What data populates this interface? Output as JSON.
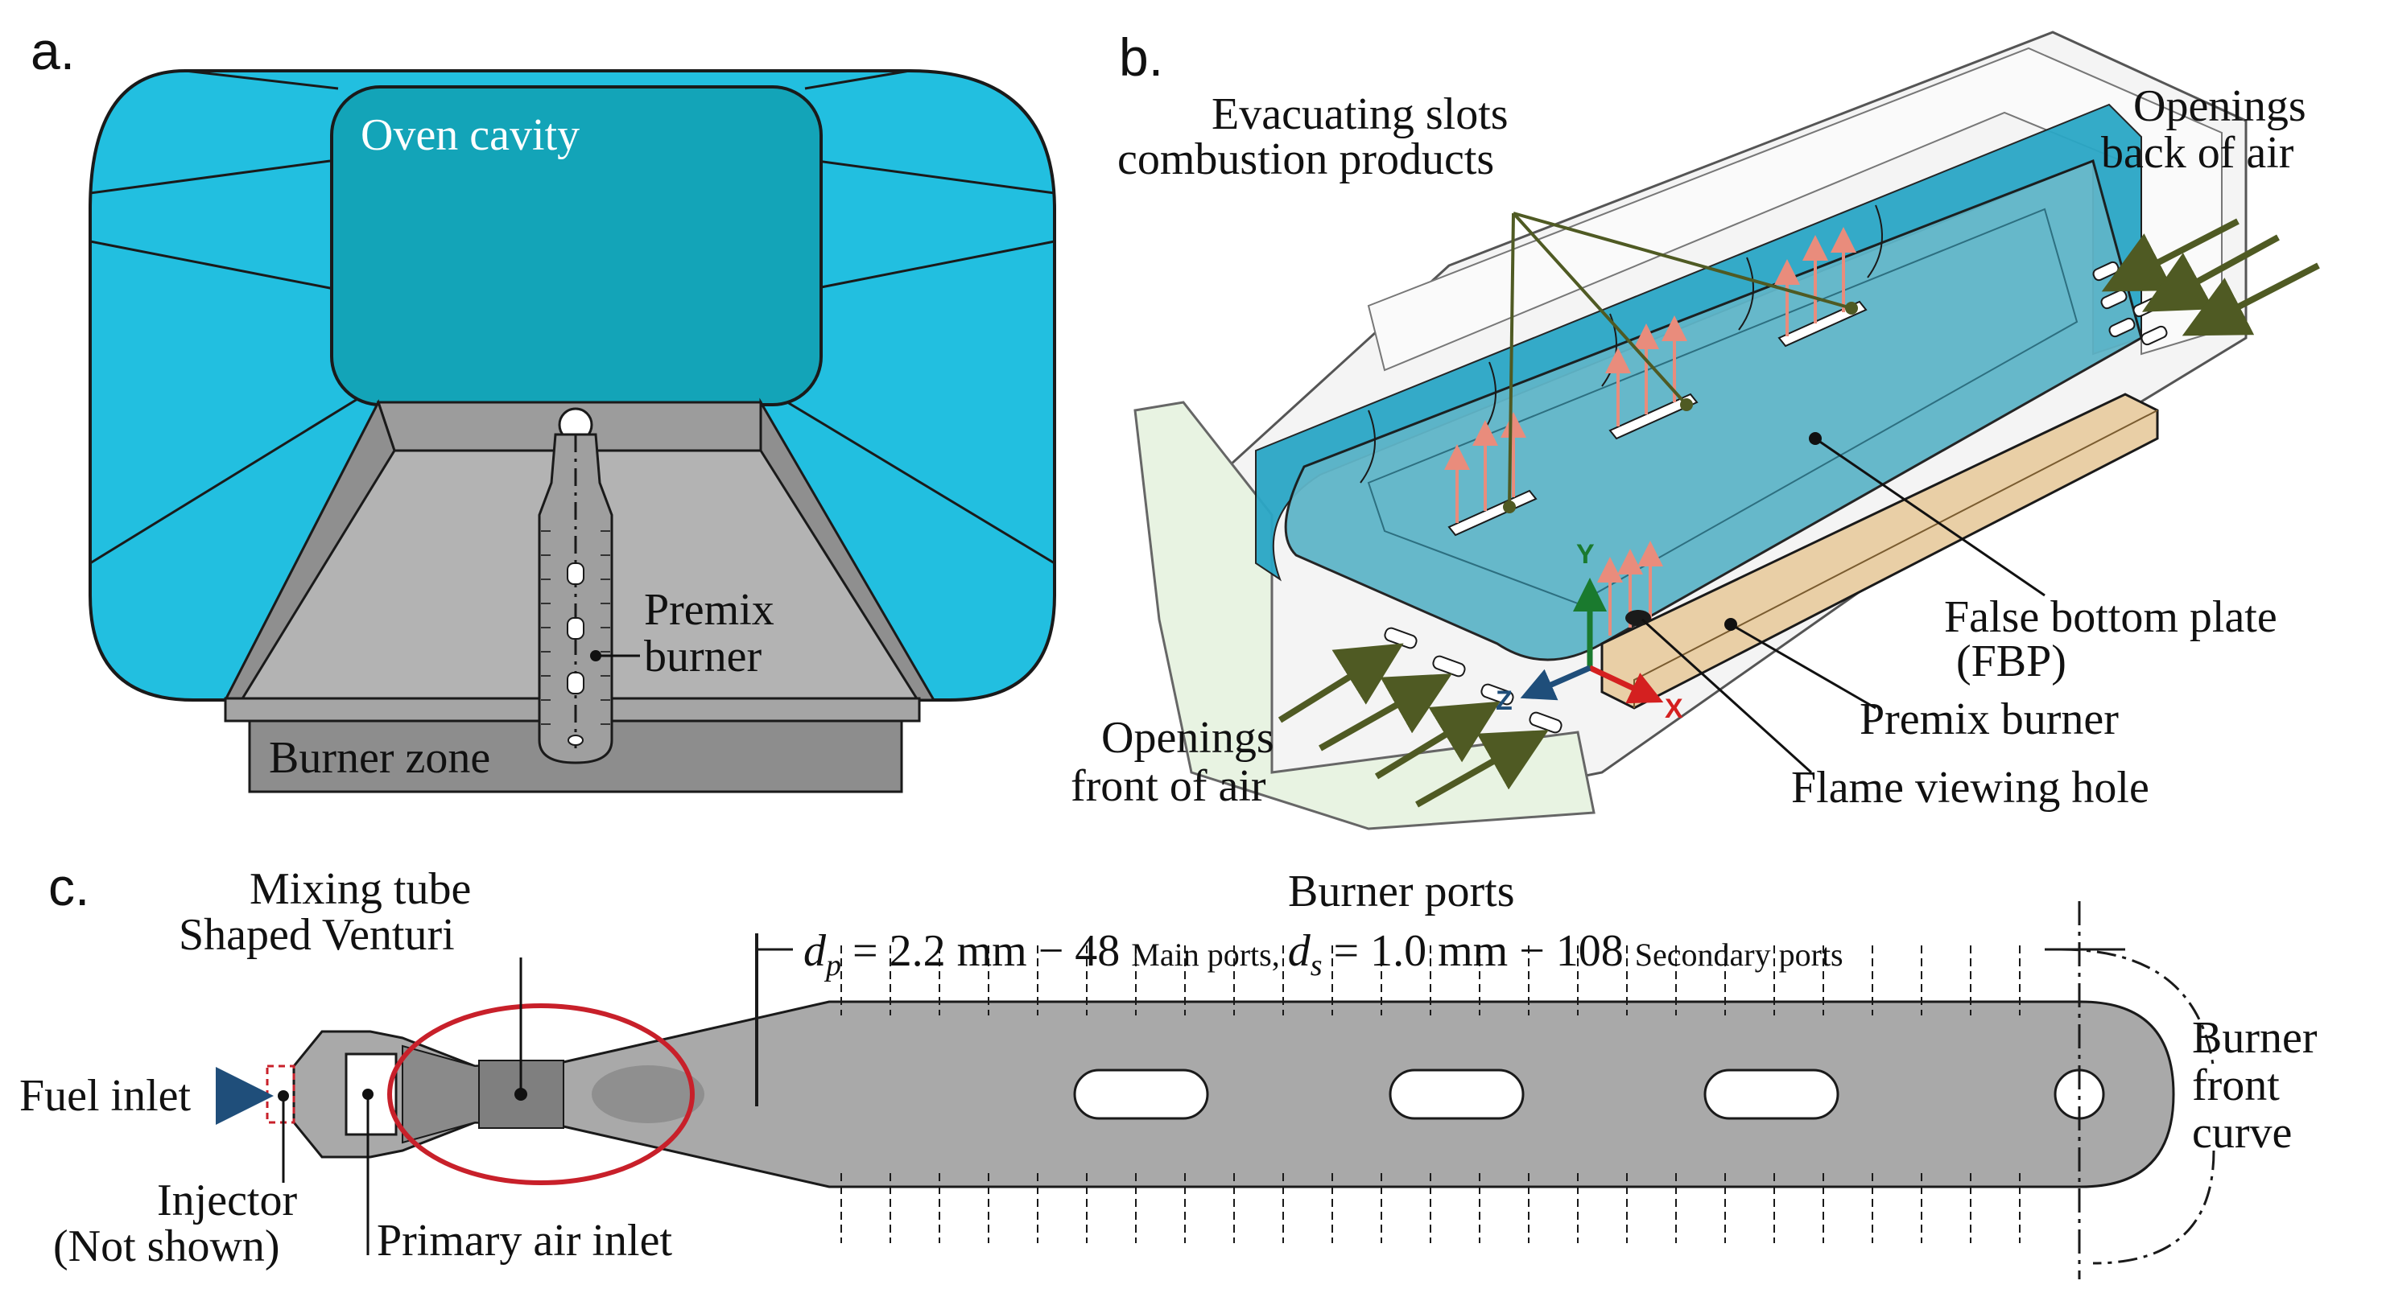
{
  "panels": {
    "a": {
      "letter": "a.",
      "oven_cavity": "Oven cavity",
      "premix_burner_line1": "Premix",
      "premix_burner_line2": "burner",
      "burner_zone": "Burner zone"
    },
    "b": {
      "letter": "b.",
      "evac_line1": "Evacuating slots",
      "evac_line2": "combustion products",
      "openings_back_line1": "Openings",
      "openings_back_line2": "back of air",
      "false_bottom_line1": "False bottom plate",
      "false_bottom_line2": "(FBP)",
      "premix_burner": "Premix burner",
      "flame_hole": "Flame viewing hole",
      "openings_front_line1": "Openings",
      "openings_front_line2": "front of air",
      "axis_y": "Y",
      "axis_z": "Z",
      "axis_x": "X"
    },
    "c": {
      "letter": "c.",
      "mixing_line1": "Mixing tube",
      "mixing_line2": "Shaped Venturi",
      "burner_ports": "Burner ports",
      "dp_symbol": "d",
      "dp_sub": "p",
      "dp_value": " = 2.2 mm − 48 ",
      "dp_ports": "Main ports, ",
      "ds_symbol": "d",
      "ds_sub": "s",
      "ds_value": " = 1.0 mm − 108 ",
      "ds_ports": "Secondary ports",
      "fuel_inlet": "Fuel inlet",
      "injector_line1": "Injector",
      "injector_line2": "(Not shown)",
      "primary_air": "Primary air inlet",
      "front_curve_line1": "Burner",
      "front_curve_line2": "front",
      "front_curve_line3": "curve"
    }
  },
  "colors": {
    "cyan_wall": "#22bfe0",
    "cavity": "#13a4b8",
    "burner_gray": "#a9a9a9",
    "plate_teal": "#5fb5c8",
    "burner_tan": "#e9cfa6",
    "leader_olive": "#4f5a23",
    "arrow_salmon": "#e98c7c",
    "red_ellipse": "#c8202a",
    "fuel_arrow": "#1f4e7a"
  }
}
